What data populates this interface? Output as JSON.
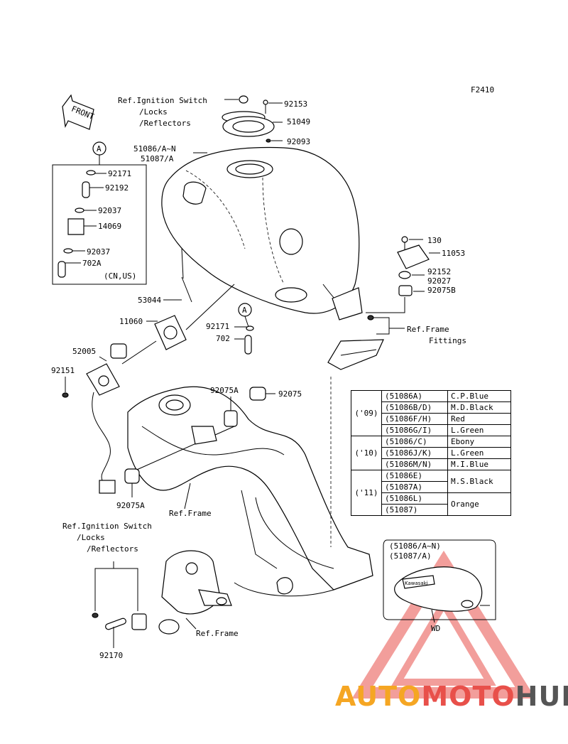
{
  "figure_code": "F2410",
  "front_label": "FRONT",
  "ref_top": {
    "line1": "Ref.Ignition Switch",
    "line2": "/Locks",
    "line3": "/Reflectors"
  },
  "ref_bottom": {
    "line1": "Ref.Ignition Switch",
    "line2": "/Locks",
    "line3": "/Reflectors"
  },
  "ref_frame_fittings": {
    "line1": "Ref.Frame",
    "line2": "Fittings"
  },
  "ref_frame_1": "Ref.Frame",
  "ref_frame_2": "Ref.Frame",
  "circle_a": "A",
  "parts": {
    "p92153": "92153",
    "p51049": "51049",
    "p92093": "92093",
    "p51086": "51086/A~N",
    "p51087": "51087/A",
    "p92171a": "92171",
    "p92192": "92192",
    "p92037a": "92037",
    "p14069": "14069",
    "p92037b": "92037",
    "p702A": "702A",
    "cnus": "(CN,US)",
    "p53044": "53044",
    "p11060": "11060",
    "p92171b": "92171",
    "p702": "702",
    "p52005": "52005",
    "p92151": "92151",
    "p130": "130",
    "p11053": "11053",
    "p92152": "92152",
    "p92027": "92027",
    "p92075B": "92075B",
    "p92075A_top": "92075A",
    "p92075": "92075",
    "p92075A_bot": "92075A",
    "p92170": "92170"
  },
  "inset": {
    "line1": "(51086/A~N)",
    "line2": "(51087/A)",
    "tag": "WD",
    "badge": "Kawasaki"
  },
  "color_table": {
    "years": [
      "('09)",
      "('10)",
      "('11)"
    ],
    "rows_09": [
      {
        "code": "(51086A)",
        "color": "C.P.Blue"
      },
      {
        "code": "(51086B/D)",
        "color": "M.D.Black"
      },
      {
        "code": "(51086F/H)",
        "color": "Red"
      },
      {
        "code": "(51086G/I)",
        "color": "L.Green"
      }
    ],
    "rows_10": [
      {
        "code": "(51086/C)",
        "color": "Ebony"
      },
      {
        "code": "(51086J/K)",
        "color": "L.Green"
      },
      {
        "code": "(51086M/N)",
        "color": "M.I.Blue"
      }
    ],
    "rows_11": [
      {
        "code": "(51086E)"
      },
      {
        "code": "(51087A)"
      },
      {
        "code": "(51086L)"
      },
      {
        "code": "(51087)"
      }
    ],
    "colors_11": [
      "M.S.Black",
      "Orange"
    ]
  },
  "watermark": {
    "part1": "AUTO",
    "part2": "MOTO",
    "part3": "HUB",
    "color1": "#f5a623",
    "color2": "#e8504a",
    "color3": "#555555"
  }
}
